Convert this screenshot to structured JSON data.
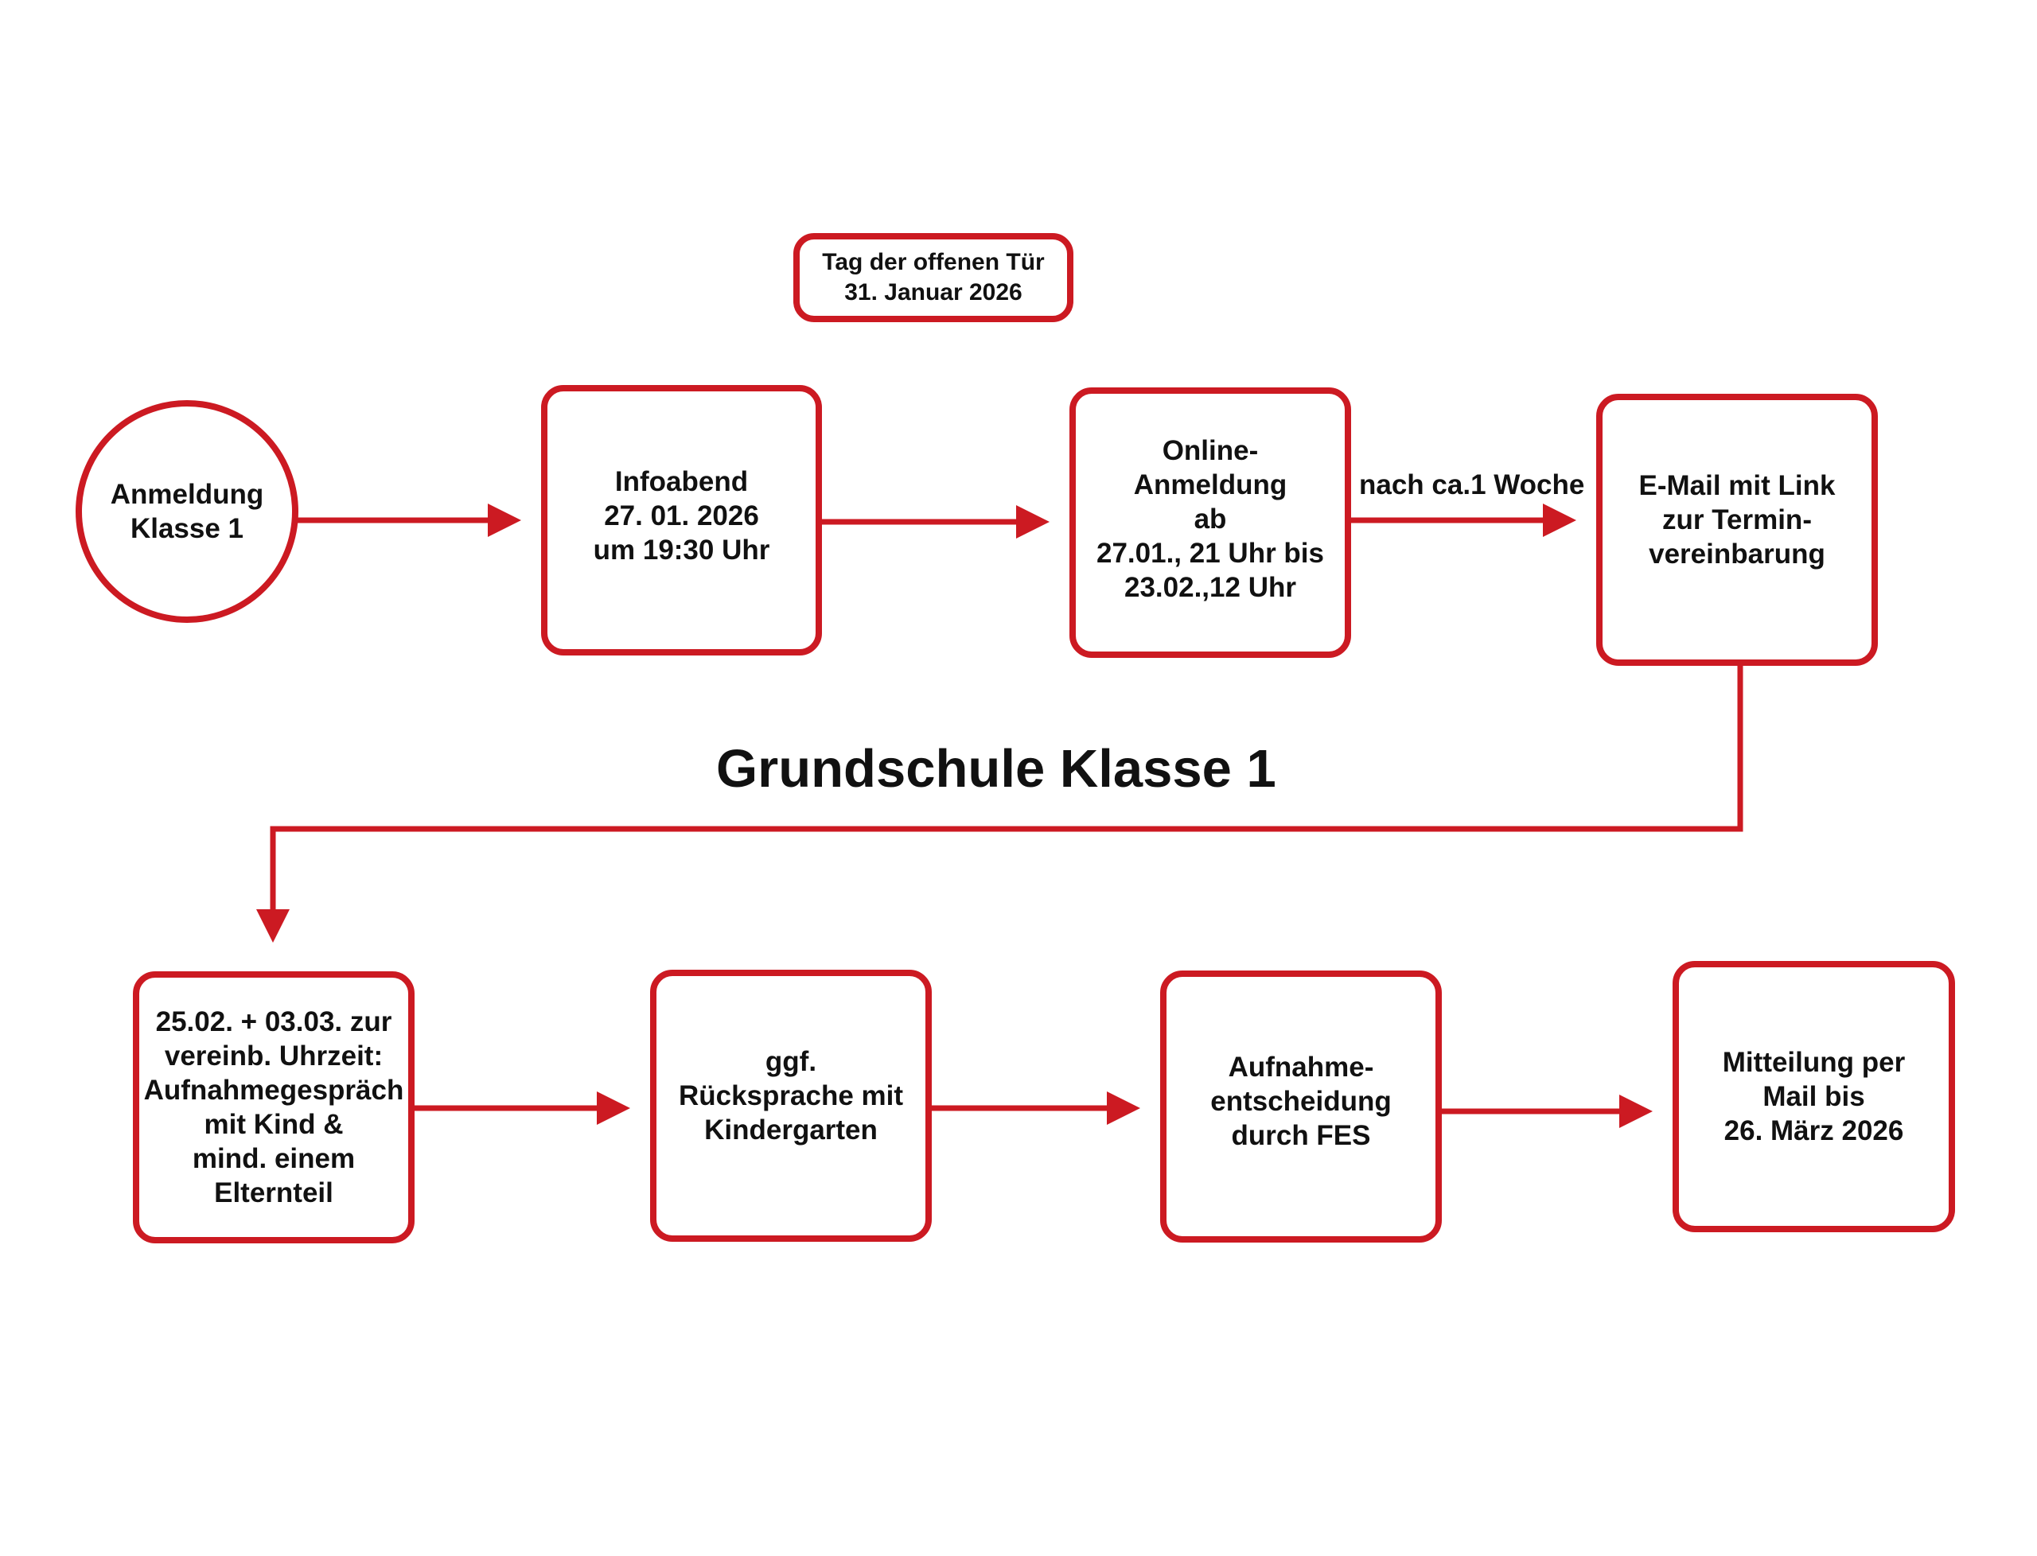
{
  "diagram": {
    "title": "Grundschule Klasse 1",
    "accent_color": "#cc1a22",
    "nodes": [
      {
        "id": "start",
        "shape": "circle",
        "label": "Anmeldung\nKlasse 1"
      },
      {
        "id": "infoabend",
        "shape": "rounded-rect",
        "label": "Infoabend\n27. 01. 2026\num 19:30 Uhr"
      },
      {
        "id": "tag-offene-tuer",
        "shape": "rounded-rect",
        "label": "Tag der offenen Tür\n31. Januar 2026"
      },
      {
        "id": "online-anmeldung",
        "shape": "rounded-rect",
        "label": "Online-\nAnmeldung\nab\n27.01., 21 Uhr bis\n23.02.,12 Uhr"
      },
      {
        "id": "email-link",
        "shape": "rounded-rect",
        "label": "E-Mail mit Link\nzur Termin-\nvereinbarung"
      },
      {
        "id": "aufnahmegespraech",
        "shape": "rounded-rect",
        "label": "25.02. + 03.03. zur\nvereinb. Uhrzeit:\nAufnahmegespräch\nmit Kind &\nmind. einem\nElternteil"
      },
      {
        "id": "ruecksprache",
        "shape": "rounded-rect",
        "label": "ggf.\nRücksprache mit\nKindergarten"
      },
      {
        "id": "aufnahmeentscheidung",
        "shape": "rounded-rect",
        "label": "Aufnahme-\nentscheidung\ndurch FES"
      },
      {
        "id": "mitteilung",
        "shape": "rounded-rect",
        "label": "Mitteilung per\nMail bis\n26. März 2026"
      }
    ],
    "edges": [
      {
        "from": "start",
        "to": "infoabend",
        "label": ""
      },
      {
        "from": "infoabend",
        "to": "online-anmeldung",
        "label": ""
      },
      {
        "from": "online-anmeldung",
        "to": "email-link",
        "label": "nach ca.1 Woche"
      },
      {
        "from": "email-link",
        "to": "aufnahmegespraech",
        "label": ""
      },
      {
        "from": "aufnahmegespraech",
        "to": "ruecksprache",
        "label": ""
      },
      {
        "from": "ruecksprache",
        "to": "aufnahmeentscheidung",
        "label": ""
      },
      {
        "from": "aufnahmeentscheidung",
        "to": "mitteilung",
        "label": ""
      }
    ]
  }
}
